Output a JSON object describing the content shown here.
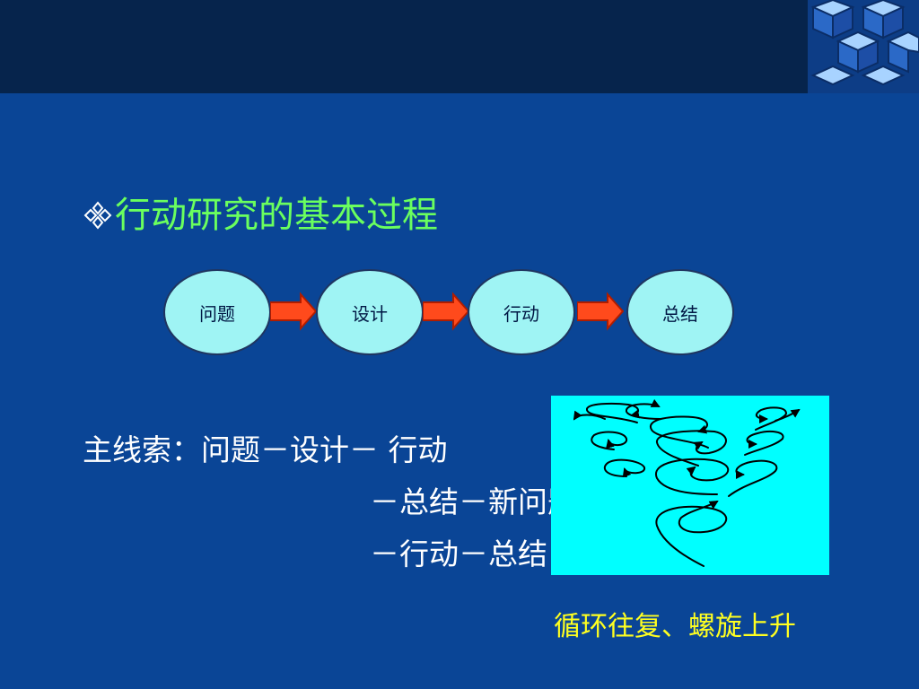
{
  "slide": {
    "title": "行动研究的基本过程",
    "process": [
      "问题",
      "设计",
      "行动",
      "总结"
    ],
    "main_lines": [
      "主线索：问题－设计－  行动",
      "－总结－新问题－设计",
      "－行动－总结"
    ],
    "caption": "循环往复、螺旋上升"
  },
  "colors": {
    "background": "#0a4596",
    "header_bar": "#06244c",
    "title": "#6aff5e",
    "node_fill": "#9ff4f4",
    "arrow": "#ff4a1c",
    "spiral_box": "#00ffff",
    "caption": "#ffff20"
  },
  "icons": {
    "title_bullet": "four-diamond-bullet-icon",
    "process_arrow": "right-block-arrow-icon",
    "spiral": "spiral-arrow-icon"
  }
}
